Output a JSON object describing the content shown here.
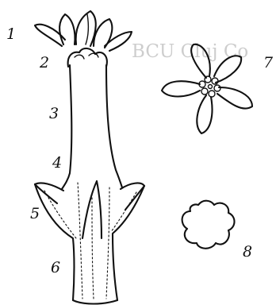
{
  "watermark": "BCU Cluj Co",
  "figure": {
    "labels": [
      "1",
      "2",
      "3",
      "4",
      "5",
      "6",
      "7",
      "8"
    ]
  }
}
